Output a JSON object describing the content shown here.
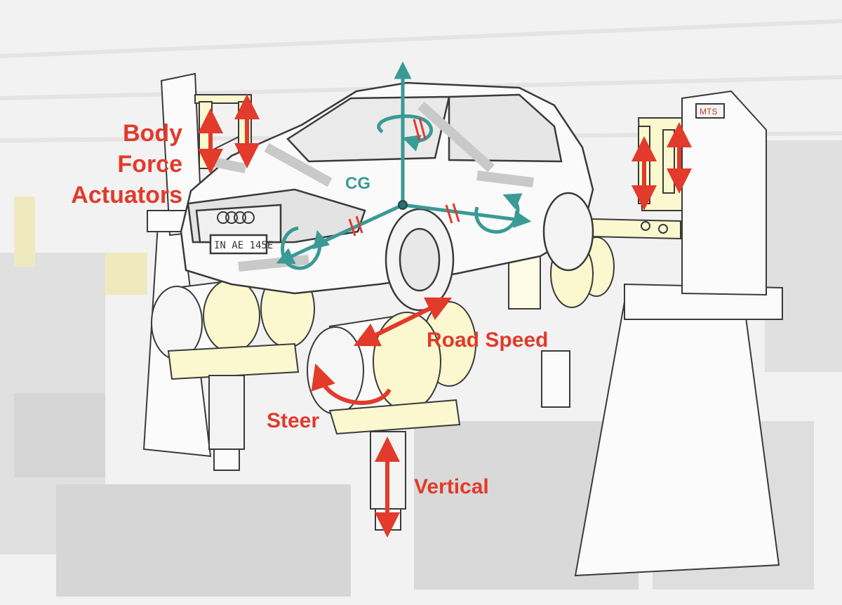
{
  "labels": {
    "body_force": [
      "Body",
      "Force",
      "Actuators"
    ],
    "cg": "CG",
    "road_speed": "Road Speed",
    "steer": "Steer",
    "vertical": "Vertical"
  },
  "plate_text": "IN AE 145E",
  "brand_text": "MTS",
  "colors": {
    "force_arrow": "#e23a2b",
    "cg_axis": "#3a9a95",
    "equipment_fill": "#fbf8cf",
    "outline": "#3a3a3a",
    "background": "#f2f2f2"
  }
}
